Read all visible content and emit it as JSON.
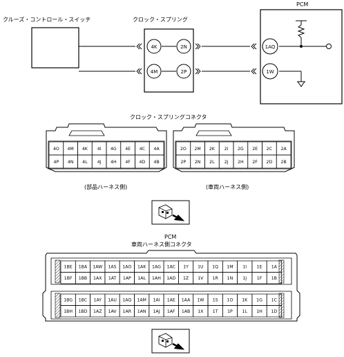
{
  "wiring": {
    "switch_label": "クルーズ・コントロール・スイッチ",
    "clockspring_label": "クロック・スプリング",
    "pcm_label": "PCM",
    "clockspring_pins_left": [
      "4K",
      "4M"
    ],
    "clockspring_pins_right": [
      "2N",
      "2P"
    ],
    "pcm_pins": [
      "1AQ",
      "1W"
    ]
  },
  "clockspring_connector": {
    "title": "クロック・スプリングコネクタ",
    "left": {
      "rows": [
        [
          "4O",
          "4M",
          "4K",
          "4I",
          "4G",
          "4E",
          "4C",
          "4A"
        ],
        [
          "4P",
          "4N",
          "4L",
          "4J",
          "4H",
          "4F",
          "4D",
          "4B"
        ]
      ],
      "caption": "(部品ハーネス側)"
    },
    "right": {
      "rows": [
        [
          "2O",
          "2M",
          "2K",
          "2I",
          "2G",
          "2E",
          "2C",
          "2A"
        ],
        [
          "2P",
          "2N",
          "2L",
          "2J",
          "2H",
          "2F",
          "2D",
          "2B"
        ]
      ],
      "caption": "(車両ハーネス側)"
    }
  },
  "pcm_connector": {
    "title": "PCM",
    "subtitle": "車両ハーネス側コネクタ",
    "rows": [
      [
        "1BE",
        "1BA",
        "1AW",
        "1AS",
        "1AO",
        "1AK",
        "1AG",
        "1AC",
        "1Y",
        "1U",
        "1Q",
        "1M",
        "1I",
        "1E",
        "1A"
      ],
      [
        "1BF",
        "1BB",
        "1AX",
        "1AT",
        "1AP",
        "1AL",
        "1AH",
        "1AD",
        "1Z",
        "1V",
        "1R",
        "1N",
        "1J",
        "1F",
        "1B"
      ],
      [
        "1BG",
        "1BC",
        "1AY",
        "1AU",
        "1AQ",
        "1AM",
        "1AI",
        "1AE",
        "1AA",
        "1W",
        "1S",
        "1O",
        "1K",
        "1G",
        "1C"
      ],
      [
        "1BH",
        "1BD",
        "1AZ",
        "1AV",
        "1AR",
        "1AN",
        "1AJ",
        "1AF",
        "1AB",
        "1X",
        "1T",
        "1P",
        "1L",
        "1H",
        "1D"
      ]
    ]
  },
  "icons": [
    "connector-view-icon",
    "connector-view-icon"
  ],
  "colors": {
    "line": "#000000",
    "hatch": "#000000"
  }
}
